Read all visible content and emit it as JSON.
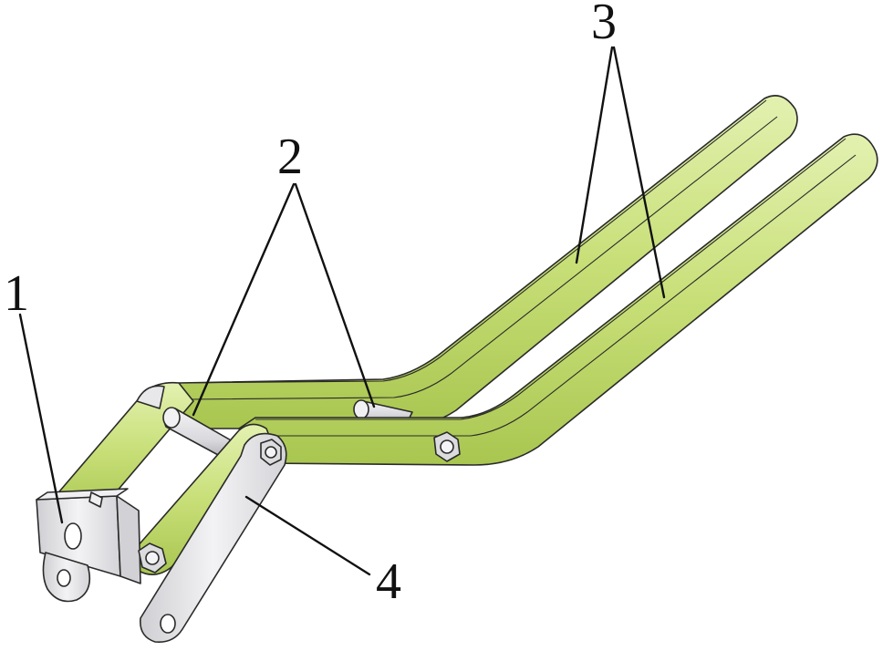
{
  "figure": {
    "labels": {
      "part_1": "1",
      "part_2": "2",
      "part_3": "3",
      "part_4": "4"
    },
    "colors": {
      "arm_fill": "#c8df78",
      "arm_dark": "#9fbf3f",
      "arm_light": "#e3f1b0",
      "metal_fill": "#e6e6e8",
      "metal_dark": "#b9b9bd",
      "line": "#111111"
    }
  }
}
